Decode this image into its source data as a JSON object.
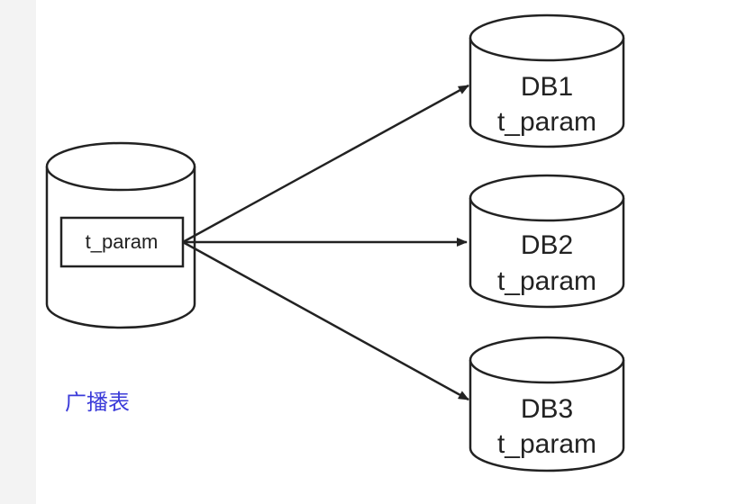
{
  "source": {
    "table_label": "t_param",
    "caption": "广播表"
  },
  "targets": [
    {
      "db": "DB1",
      "table": "t_param"
    },
    {
      "db": "DB2",
      "table": "t_param"
    },
    {
      "db": "DB3",
      "table": "t_param"
    }
  ],
  "colors": {
    "stroke": "#222222",
    "caption": "#3b3bd9",
    "background": "#ffffff",
    "edge": "#f3f3f3"
  }
}
